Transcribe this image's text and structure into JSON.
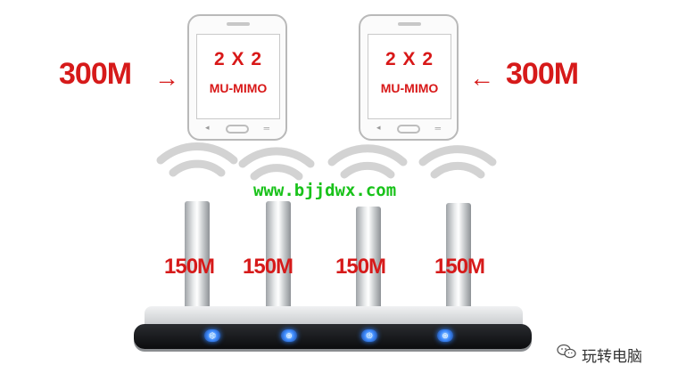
{
  "phones": [
    {
      "line1": "2 X 2",
      "line2": "MU-MIMO"
    },
    {
      "line1": "2 X 2",
      "line2": "MU-MIMO"
    }
  ],
  "speeds": {
    "left": "300M",
    "right": "300M",
    "left_arrow": "→",
    "right_arrow": "←"
  },
  "watermark": "www.bjjdwx.com",
  "antenna_labels": [
    "150M",
    "150M",
    "150M",
    "150M"
  ],
  "brand": {
    "text": "玩转电脑",
    "icon": "wechat-icon"
  },
  "colors": {
    "accent_red": "#d61a1a",
    "watermark_green": "#19c21a",
    "led_blue": "#3e8cff"
  }
}
